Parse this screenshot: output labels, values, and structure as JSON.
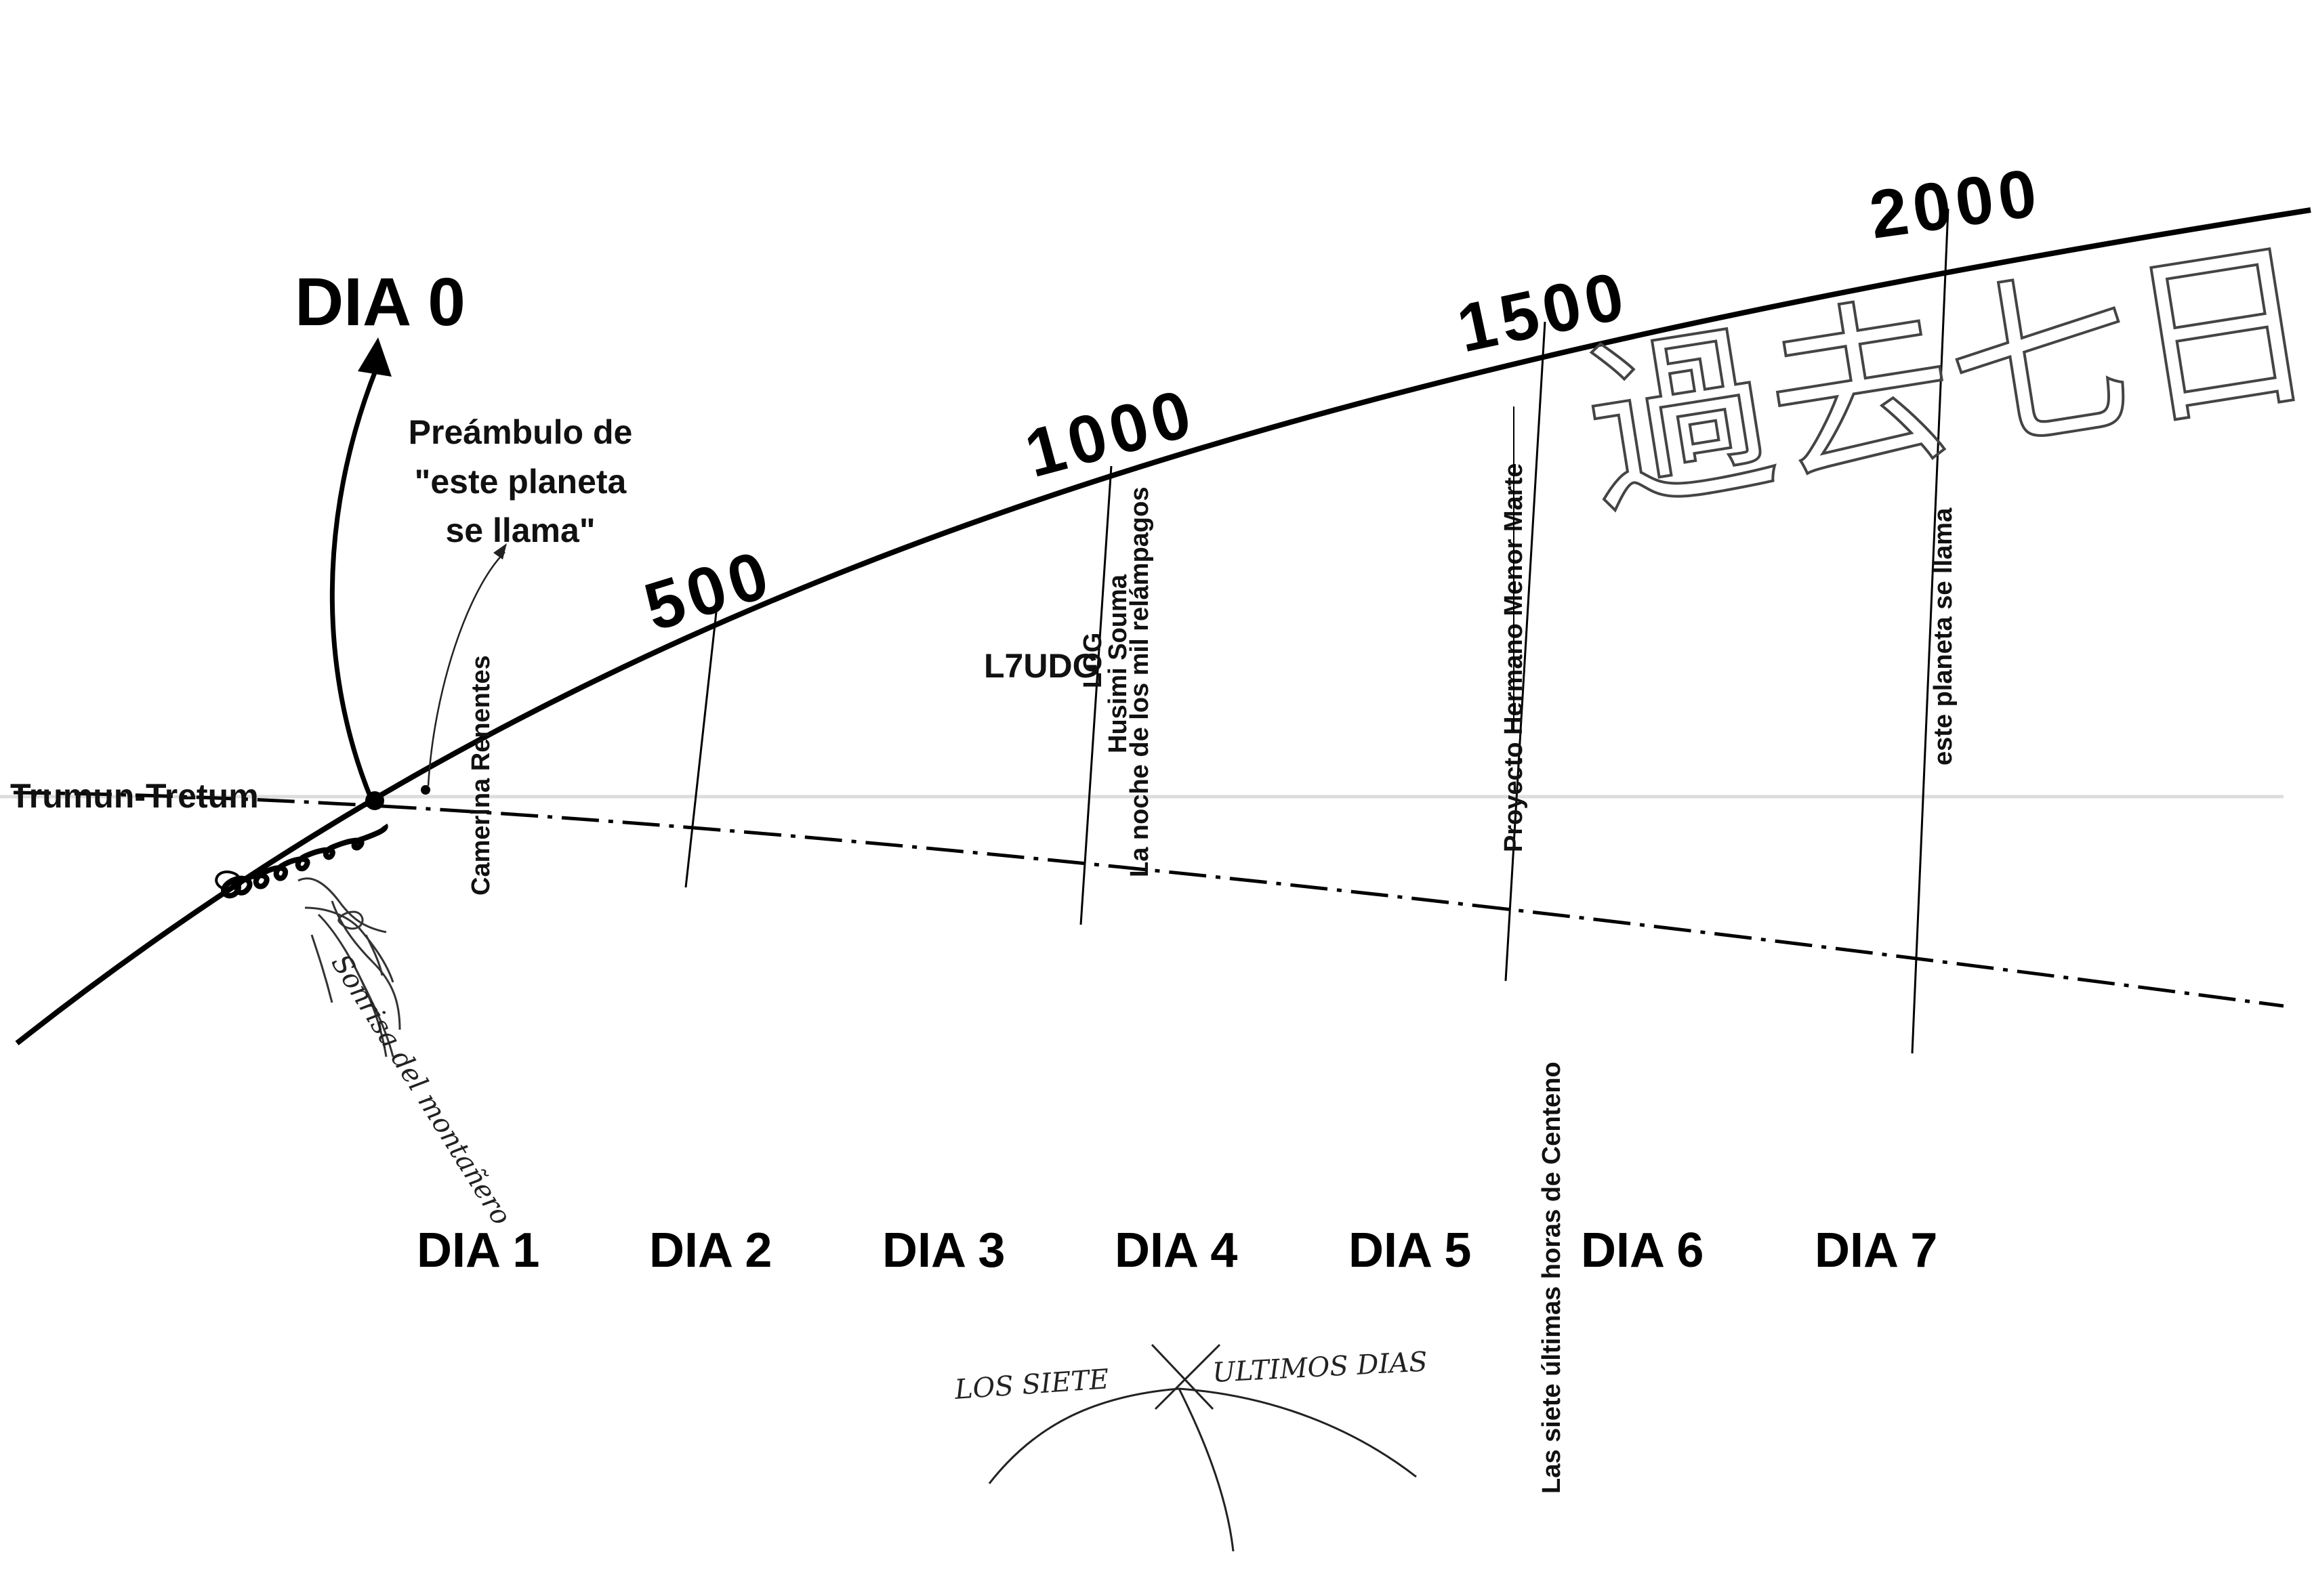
{
  "title": "DIA 0",
  "preamble": [
    "Preámbulo de",
    "\"este planeta",
    "se llama\""
  ],
  "origin_label": "Trumun-Tretum",
  "milestones": [
    "500",
    "1000",
    "1500",
    "2000"
  ],
  "stories": {
    "camerina": "Camerina Renentes",
    "l7udg": "L7UDG",
    "log": "LOG",
    "husimi": "Husimi Souma",
    "noche": "La noche de los mil relámpagos",
    "proyecto": "Proyecto Hermano Menor Marte",
    "siete_horas": "Las siete últimas horas de Centeno",
    "planeta": "este planeta se llama"
  },
  "days": [
    "DIA 1",
    "DIA 2",
    "DIA 3",
    "DIA 4",
    "DIA 5",
    "DIA 6",
    "DIA 7"
  ],
  "footer_left": "LOS SIETE",
  "footer_right": "ULTIMOS DIAS",
  "kanji": "過去七日間",
  "sketch_caption": "Sonrisa del montañero",
  "colors": {
    "ink": "#000000",
    "guide": "#dddddd",
    "kanji": "#444444"
  }
}
